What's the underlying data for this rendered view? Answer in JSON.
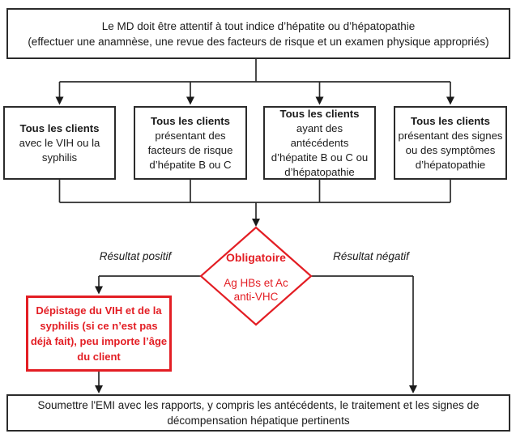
{
  "colors": {
    "accent_red": "#e31e24",
    "line_black": "#2b2b2b"
  },
  "flowchart": {
    "top_box": {
      "lines": [
        "Le MD doit être attentif à tout indice d’hépatite ou d’hépatopathie",
        "(effectuer une anamnèse, une revue des facteurs de risque et un examen physique appropriés)"
      ]
    },
    "client_boxes": [
      {
        "title": "Tous les clients",
        "lines": [
          "avec le VIH ou la",
          "syphilis"
        ]
      },
      {
        "title": "Tous les clients",
        "lines": [
          "présentant des",
          "facteurs de risque",
          "d’hépatite B ou C"
        ]
      },
      {
        "title": "Tous les clients",
        "lines": [
          "ayant des",
          "antécédents",
          "d’hépatite B ou C ou",
          "d’hépatopathie"
        ]
      },
      {
        "title": "Tous les clients",
        "lines": [
          "présentant des signes",
          "ou des symptômes",
          "d’hépatopathie"
        ]
      }
    ],
    "decision": {
      "title": "Obligatoire",
      "lines": [
        "Ag HBs et Ac",
        "anti-VHC"
      ]
    },
    "branch_labels": {
      "positive": "Résultat positif",
      "negative": "Résultat négatif"
    },
    "action_box": {
      "lines": [
        "Dépistage du VIH et de la",
        "syphilis (si ce n’est pas",
        "déjà fait), peu importe l’âge",
        "du client"
      ]
    },
    "bottom_box": {
      "lines": [
        "Soumettre l'EMI avec les rapports, y compris les antécédents, le traitement et les signes de",
        "décompensation hépatique pertinents"
      ]
    }
  }
}
